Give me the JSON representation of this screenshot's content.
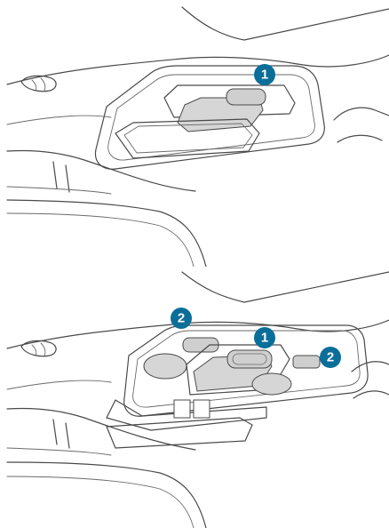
{
  "callouts": {
    "top": [
      "1"
    ],
    "bottom": [
      "2",
      "1",
      "2"
    ]
  },
  "colors": {
    "callout": "#0b6e99",
    "button_fill": "#d6d6d6",
    "line": "#4a4a4a"
  }
}
